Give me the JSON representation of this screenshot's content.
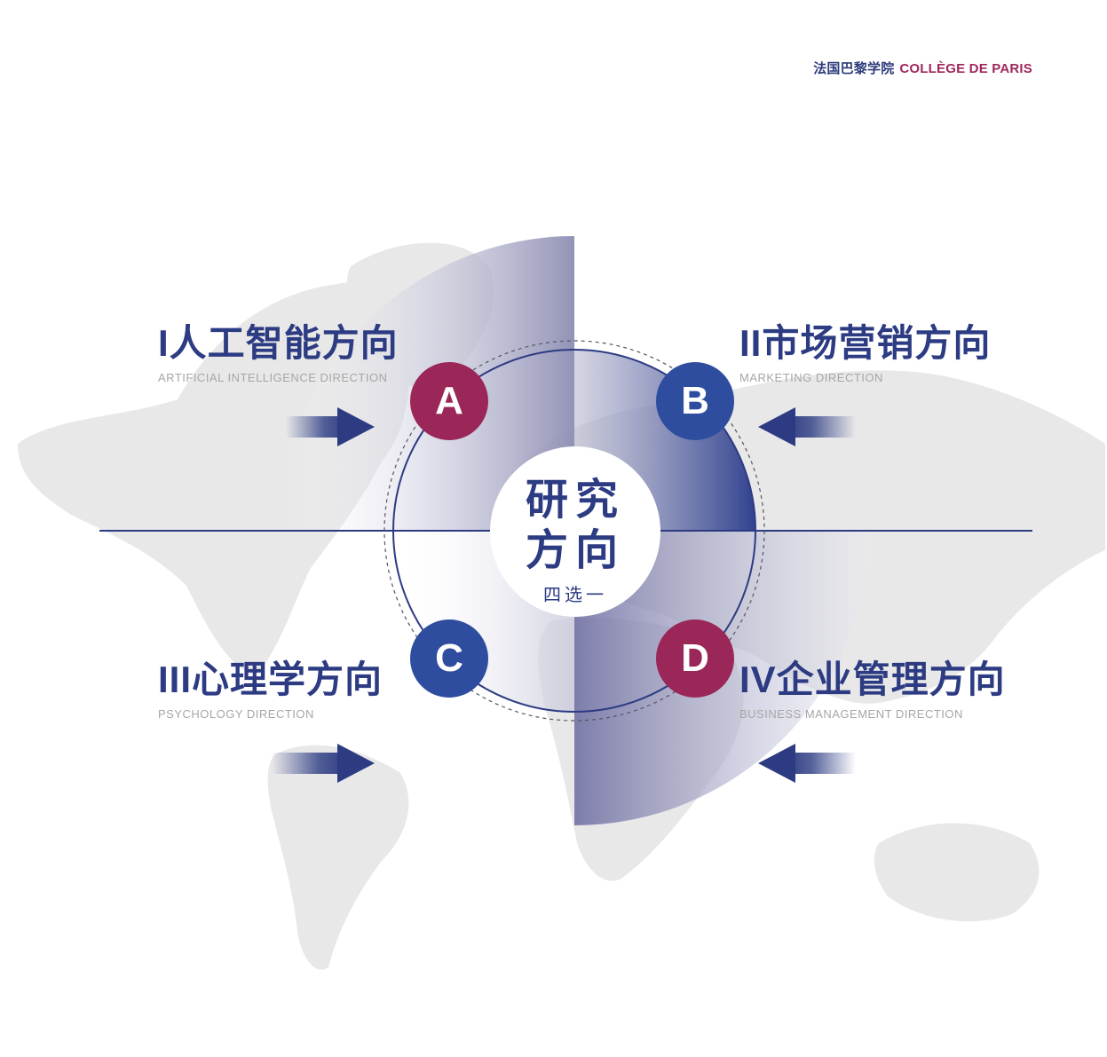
{
  "header": {
    "cn": "法国巴黎学院",
    "en": "COLLÈGE DE PARIS"
  },
  "center": {
    "line1": "研究",
    "line2": "方向",
    "sub": "四选一"
  },
  "directions": [
    {
      "badge": "A",
      "title": "I人工智能方向",
      "subtitle": "ARTIFICIAL INTELLIGENCE DIRECTION"
    },
    {
      "badge": "B",
      "title": "II市场营销方向",
      "subtitle": "MARKETING DIRECTION"
    },
    {
      "badge": "C",
      "title": "III心理学方向",
      "subtitle": "PSYCHOLOGY DIRECTION"
    },
    {
      "badge": "D",
      "title": "IV企业管理方向",
      "subtitle": "BUSINESS MANAGEMENT DIRECTION"
    }
  ],
  "colors": {
    "navy": "#2c3b82",
    "magenta": "#9a2758",
    "blue": "#2f4d9f",
    "map": "#e8e8e8"
  }
}
